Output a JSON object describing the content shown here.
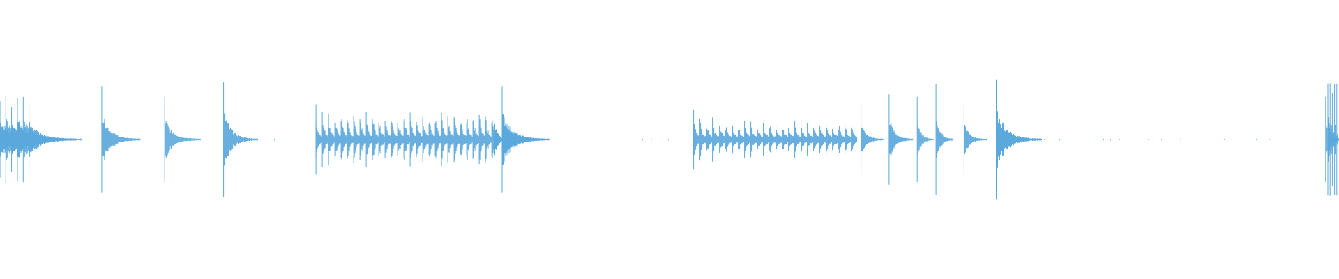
{
  "waveform": {
    "color": "#5ba8dc",
    "background": "#ffffff",
    "duration_fraction_markers": "none",
    "segments": [
      {
        "kind": "hit-cluster",
        "start": 0.0,
        "end": 0.026,
        "peak": 0.18,
        "decay_to": 0.062
      },
      {
        "kind": "hit",
        "start": 0.076,
        "peak": 0.21,
        "decay_to": 0.105
      },
      {
        "kind": "hit",
        "start": 0.123,
        "peak": 0.17,
        "decay_to": 0.15
      },
      {
        "kind": "hit",
        "start": 0.167,
        "peak": 0.23,
        "decay_to": 0.193
      },
      {
        "kind": "dots",
        "start": 0.205,
        "end": 0.21
      },
      {
        "kind": "dense",
        "start": 0.236,
        "end": 0.37,
        "peak": 0.14
      },
      {
        "kind": "hit",
        "start": 0.369,
        "peak": 0.15,
        "decay_to": 0.38
      },
      {
        "kind": "hit",
        "start": 0.375,
        "peak": 0.21,
        "decay_to": 0.41
      },
      {
        "kind": "dots",
        "start": 0.41,
        "end": 0.5
      },
      {
        "kind": "dense",
        "start": 0.518,
        "end": 0.64,
        "peak": 0.12
      },
      {
        "kind": "hit",
        "start": 0.643,
        "peak": 0.14,
        "decay_to": 0.66
      },
      {
        "kind": "hit",
        "start": 0.664,
        "peak": 0.18,
        "decay_to": 0.682
      },
      {
        "kind": "hit",
        "start": 0.685,
        "peak": 0.17,
        "decay_to": 0.697
      },
      {
        "kind": "hit",
        "start": 0.699,
        "peak": 0.22,
        "decay_to": 0.712
      },
      {
        "kind": "hit",
        "start": 0.72,
        "peak": 0.14,
        "decay_to": 0.737
      },
      {
        "kind": "hit",
        "start": 0.744,
        "peak": 0.24,
        "decay_to": 0.778
      },
      {
        "kind": "dots",
        "start": 0.78,
        "end": 0.965
      },
      {
        "kind": "hit-cluster",
        "start": 0.99,
        "end": 1.0,
        "peak": 0.24,
        "decay_to": 1.0
      }
    ]
  }
}
